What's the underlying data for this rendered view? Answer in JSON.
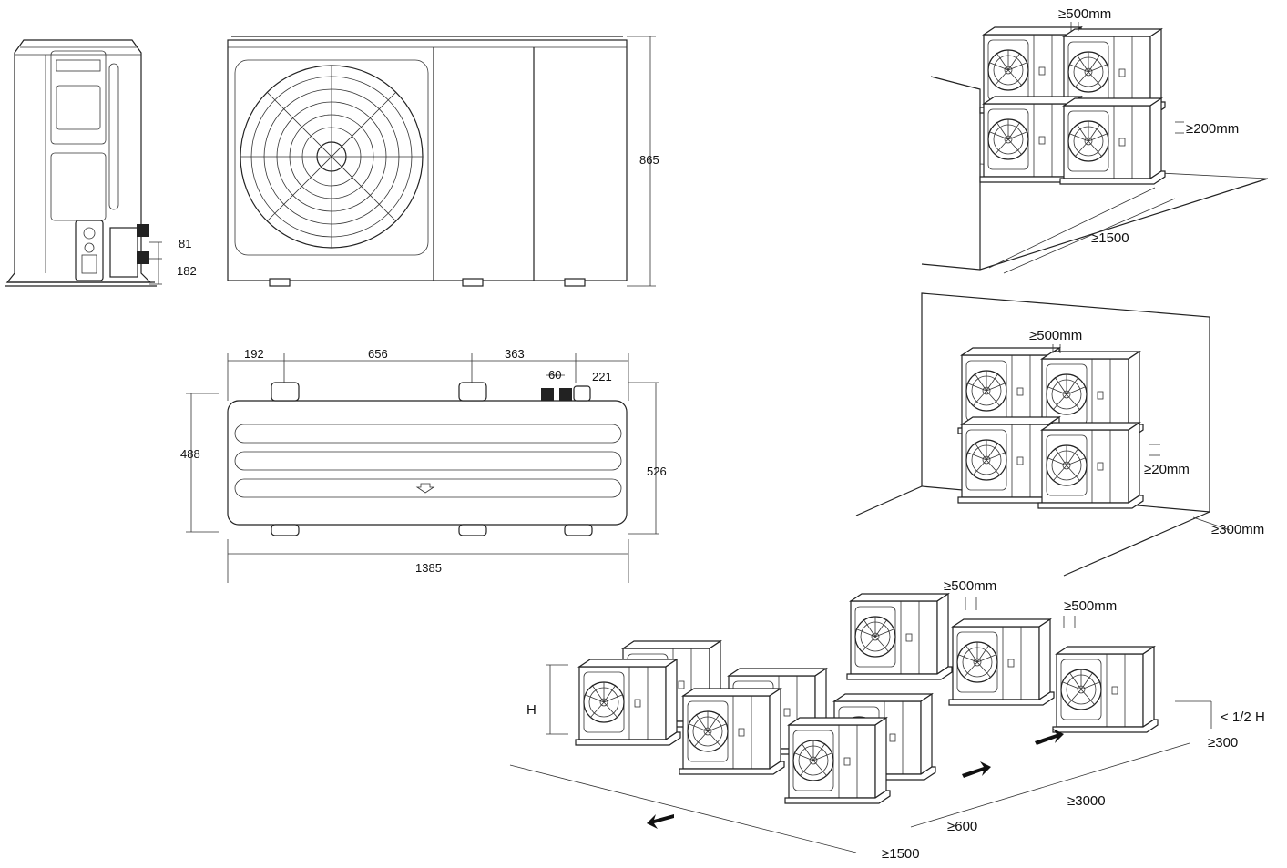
{
  "views": {
    "side": {
      "dim_upper": "81",
      "dim_lower": "182"
    },
    "front": {
      "height": "865"
    },
    "top": {
      "dim_192": "192",
      "dim_656": "656",
      "dim_363": "363",
      "dim_60": "60",
      "dim_221": "221",
      "dim_488": "488",
      "dim_526": "526",
      "dim_1385": "1385"
    }
  },
  "installations": {
    "wall_floor": {
      "gap_side": "≥500mm",
      "gap_stack": "≥200mm",
      "front_clear": "≥1500"
    },
    "wall_only": {
      "gap_side": "≥500mm",
      "gap_stack": "≥20mm",
      "back_clear": "≥300mm"
    },
    "rows": {
      "gap_a": "≥500mm",
      "gap_b": "≥500mm",
      "height_label": "H",
      "obstacle": "< 1/2 H",
      "back": "≥300",
      "row_gap": "≥3000",
      "side": "≥600",
      "front": "≥1500"
    }
  },
  "icons": [
    "fan-icon",
    "arrow-icon"
  ]
}
